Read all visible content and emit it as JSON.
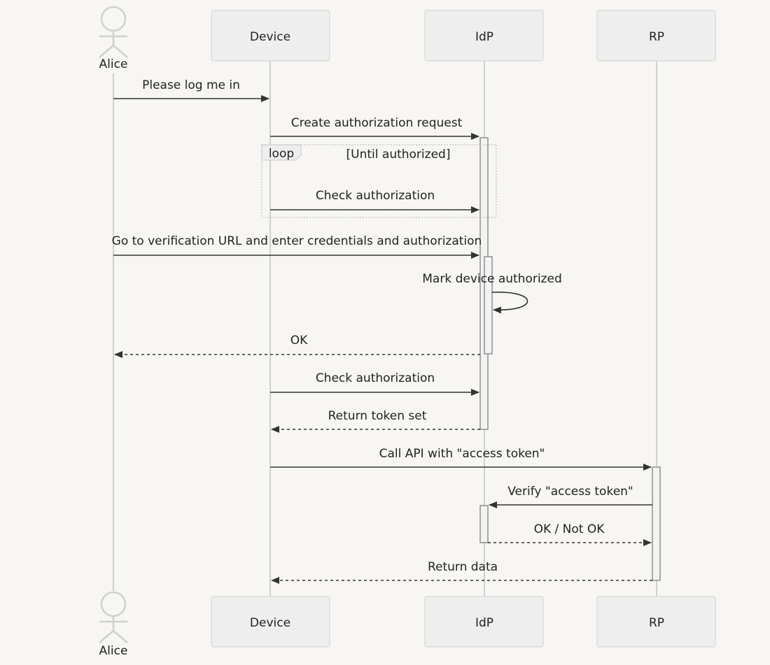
{
  "participants": [
    {
      "name": "Alice",
      "type": "actor"
    },
    {
      "name": "Device",
      "type": "participant"
    },
    {
      "name": "IdP",
      "type": "participant"
    },
    {
      "name": "RP",
      "type": "participant"
    }
  ],
  "loop": {
    "keyword": "loop",
    "condition": "[Until authorized]"
  },
  "messages": [
    {
      "from": "Alice",
      "to": "Device",
      "text": "Please log me in",
      "style": "solid"
    },
    {
      "from": "Device",
      "to": "IdP",
      "text": "Create authorization request",
      "style": "solid"
    },
    {
      "from": "Device",
      "to": "IdP",
      "text": "Check authorization",
      "style": "solid"
    },
    {
      "from": "Alice",
      "to": "IdP",
      "text": "Go to verification URL and enter credentials and authorization",
      "style": "solid"
    },
    {
      "from": "IdP",
      "to": "IdP",
      "text": "Mark device authorized",
      "style": "solid"
    },
    {
      "from": "IdP",
      "to": "Alice",
      "text": "OK",
      "style": "dashed"
    },
    {
      "from": "Device",
      "to": "IdP",
      "text": "Check authorization",
      "style": "solid"
    },
    {
      "from": "IdP",
      "to": "Device",
      "text": "Return token set",
      "style": "dashed"
    },
    {
      "from": "Device",
      "to": "RP",
      "text": "Call API with \"access token\"",
      "style": "solid"
    },
    {
      "from": "RP",
      "to": "IdP",
      "text": "Verify \"access token\"",
      "style": "solid"
    },
    {
      "from": "IdP",
      "to": "RP",
      "text": "OK / Not OK",
      "style": "dashed"
    },
    {
      "from": "RP",
      "to": "Device",
      "text": "Return data",
      "style": "dashed"
    }
  ]
}
